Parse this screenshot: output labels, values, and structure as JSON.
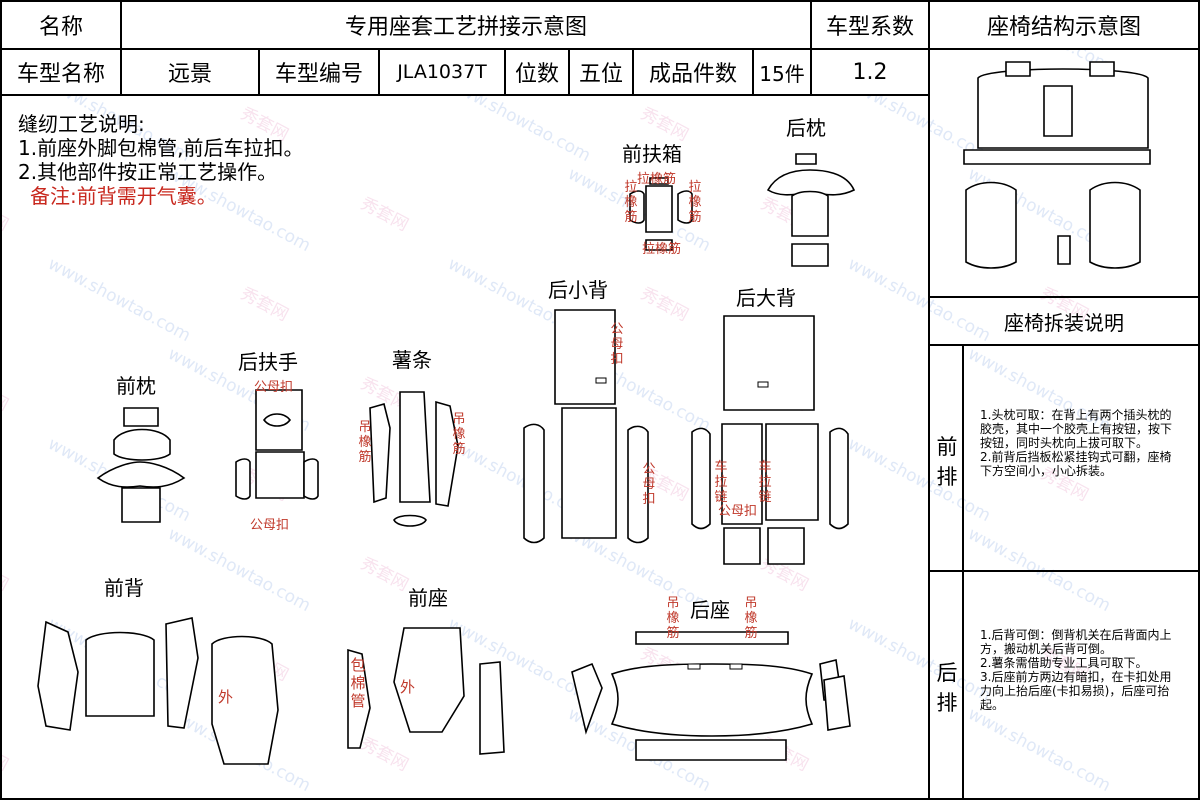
{
  "header": {
    "name_label": "名称",
    "title": "专用座套工艺拼接示意图",
    "coef_label": "车型系数",
    "structure_title": "座椅结构示意图",
    "model_name_label": "车型名称",
    "model_name": "远景",
    "model_code_label": "车型编号",
    "model_code": "JLA1037T",
    "seats_label": "位数",
    "seats": "五位",
    "pieces_label": "成品件数",
    "pieces": "15件",
    "coef": "1.2"
  },
  "notes": {
    "title": "缝纫工艺说明:",
    "line1": "1.前座外脚包棉管,前后车拉扣。",
    "line2": "2.其他部件按正常工艺操作。",
    "remark": "备注:前背需开气囊。"
  },
  "parts": {
    "front_armrest_box": "前扶箱",
    "rear_headrest": "后枕",
    "rear_small_back": "后小背",
    "rear_big_back": "后大背",
    "front_headrest": "前枕",
    "rear_armrest": "后扶手",
    "strip": "薯条",
    "front_back": "前背",
    "front_seat": "前座",
    "rear_seat": "后座"
  },
  "marks": {
    "elastic_top": "拉橡筋",
    "elastic_left": "拉橡筋",
    "elastic_right": "拉橡筋",
    "elastic_bottom": "拉橡筋",
    "snap_top": "公母扣",
    "snap_bottom": "公母扣",
    "hang_left": "吊橡筋",
    "hang_right": "吊橡筋",
    "snap_small_back": "公母扣",
    "snap_small_side": "公母扣",
    "zip_left": "车拉链",
    "zip_right": "车拉链",
    "snap_big_back": "公母扣",
    "outer_back": "外",
    "wrap_pipe": "包棉管",
    "outer_seat": "外",
    "hang_seat_left": "吊橡筋",
    "hang_seat_right": "吊橡筋"
  },
  "sidebar": {
    "disassembly_title": "座椅拆装说明",
    "front_row_label": "前排",
    "front_row_text": "1.头枕可取：在背上有两个插头枕的胶壳，其中一个胶壳上有按钮，按下按钮，同时头枕向上拔可取下。\n2.前背后挡板松紧挂钩式可翻，座椅下方空间小，小心拆装。",
    "rear_row_label": "后排",
    "rear_row_text": "1.后背可倒：倒背机关在后背面内上方，搬动机关后背可倒。\n2.薯条需借助专业工具可取下。\n3.后座前方两边有暗扣，在卡扣处用力向上抬后座(卡扣易损)，后座可抬起。"
  },
  "watermark": {
    "url": "www.showtao.com",
    "cn": "秀套网"
  },
  "colors": {
    "annotation_red": "#c0392b",
    "watermark_blue": "#5082d2",
    "watermark_pink": "#d23c8c"
  }
}
